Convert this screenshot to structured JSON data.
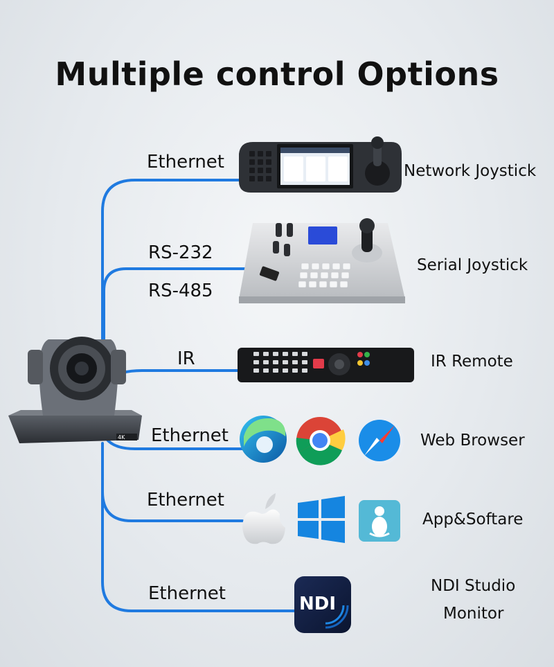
{
  "title": "Multiple control Options",
  "connections": [
    {
      "label": "Ethernet",
      "device": "Network Joystick"
    },
    {
      "label": "RS-232",
      "label2": "RS-485",
      "device": "Serial Joystick"
    },
    {
      "label": "IR",
      "device": "IR Remote"
    },
    {
      "label": "Ethernet",
      "device": "Web Browser"
    },
    {
      "label": "Ethernet",
      "device": "App&Softare"
    },
    {
      "label": "Ethernet",
      "device": "NDI Studio",
      "device2": "Monitor"
    }
  ],
  "camera_badge": "4K",
  "ndi_logo_text": "NDI",
  "colors": {
    "line": "#1f7ae0",
    "text": "#111111"
  },
  "icons": [
    "network-joystick-icon",
    "serial-joystick-icon",
    "ir-remote-icon",
    "edge-icon",
    "chrome-icon",
    "safari-icon",
    "apple-icon",
    "windows-icon",
    "linux-icon",
    "ndi-icon",
    "ptz-camera-icon"
  ]
}
